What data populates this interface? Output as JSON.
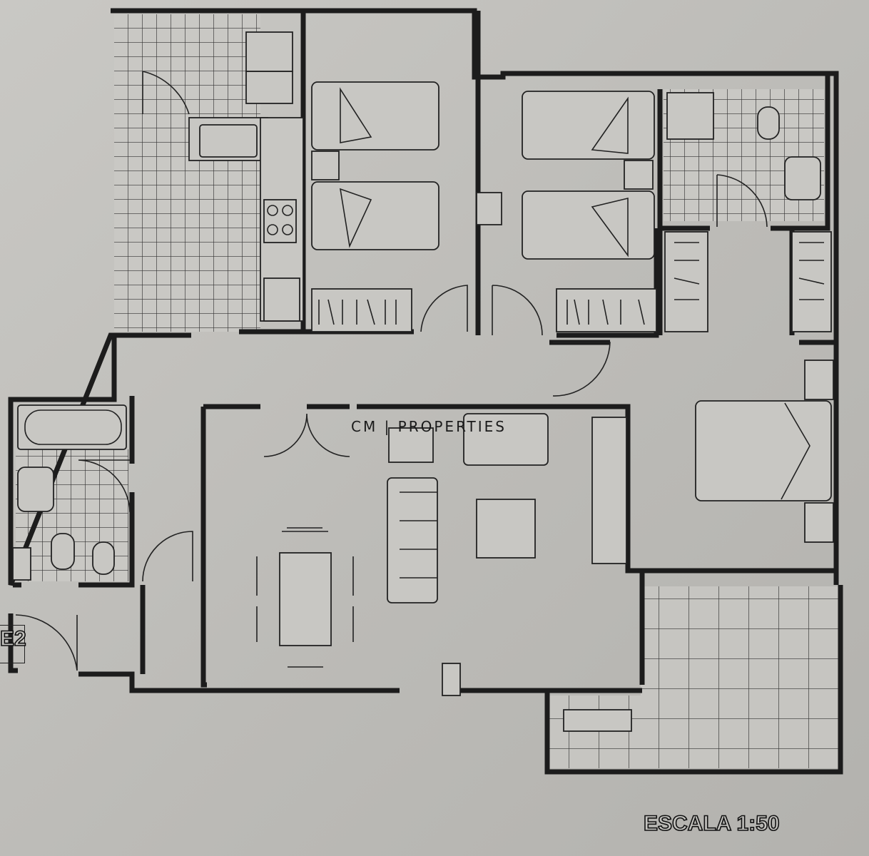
{
  "plan": {
    "watermark": "CM | PROPERTIES",
    "scale_label": "ESCALA 1:50",
    "unit_label": "E2",
    "rooms": [
      "kitchen",
      "bedroom-1",
      "bedroom-2",
      "bathroom-ensuite",
      "master-bedroom",
      "bathroom-2",
      "living-dining",
      "terrace",
      "entrance"
    ]
  }
}
